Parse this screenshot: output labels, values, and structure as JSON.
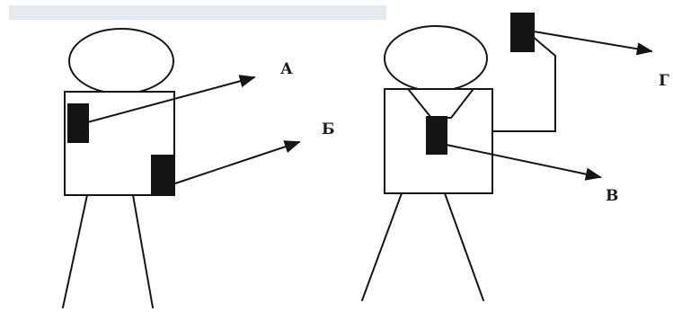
{
  "labels": {
    "a": "А",
    "b": "Б",
    "v": "В",
    "g": "Г"
  },
  "colors": {
    "ink": "#151515",
    "background": "#ffffff"
  }
}
